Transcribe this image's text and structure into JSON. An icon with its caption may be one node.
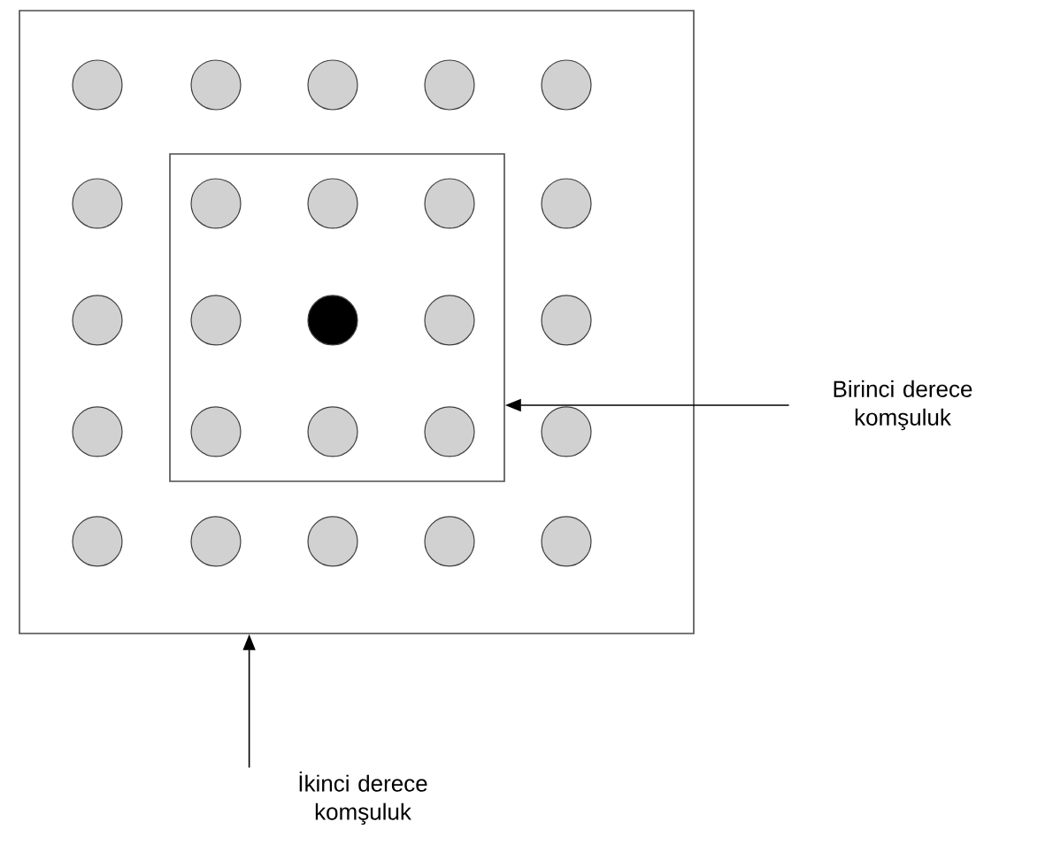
{
  "diagram": {
    "nodes": [
      {
        "text": [],
        "shape": "box"
      },
      {
        "text": [],
        "shape": "box",
        "in": 0
      },
      {
        "text": [],
        "shape": "circle",
        "in": 0
      },
      {
        "text": [],
        "shape": "circle",
        "in": 0
      },
      {
        "text": [],
        "shape": "circle",
        "in": 0
      },
      {
        "text": [],
        "shape": "circle",
        "in": 0
      },
      {
        "text": [],
        "shape": "circle",
        "in": 0
      },
      {
        "text": [],
        "shape": "circle",
        "in": 0
      },
      {
        "text": [],
        "shape": "circle",
        "in": 1
      },
      {
        "text": [],
        "shape": "circle",
        "in": 1
      },
      {
        "text": [],
        "shape": "circle",
        "in": 1
      },
      {
        "text": [],
        "shape": "circle",
        "in": 0
      },
      {
        "text": [],
        "shape": "circle",
        "in": 0
      },
      {
        "text": [],
        "shape": "circle",
        "in": 1
      },
      {
        "text": [],
        "shape": "circle",
        "in": 1
      },
      {
        "text": [],
        "shape": "circle",
        "in": 1
      },
      {
        "text": [],
        "shape": "circle",
        "in": 0
      },
      {
        "text": [],
        "shape": "circle",
        "in": 0
      },
      {
        "text": [],
        "shape": "circle",
        "in": 1
      },
      {
        "text": [],
        "shape": "circle",
        "in": 1
      },
      {
        "text": [],
        "shape": "circle",
        "in": 1
      },
      {
        "text": [],
        "shape": "circle",
        "in": 0
      },
      {
        "text": [],
        "shape": "circle",
        "in": 0
      },
      {
        "text": [],
        "shape": "circle",
        "in": 0
      },
      {
        "text": [],
        "shape": "circle",
        "in": 0
      },
      {
        "text": [],
        "shape": "circle",
        "in": 0
      },
      {
        "text": [],
        "shape": "circle",
        "in": 0
      },
      {
        "text": [
          "Birinci derece komşuluk"
        ]
      },
      {
        "text": [
          "İkinci derece komşuluk"
        ]
      }
    ],
    "edges": [
      {
        "from": 27,
        "to": 1,
        "arrow": "to"
      },
      {
        "from": 28,
        "to": 0,
        "arrow": "to"
      }
    ]
  }
}
